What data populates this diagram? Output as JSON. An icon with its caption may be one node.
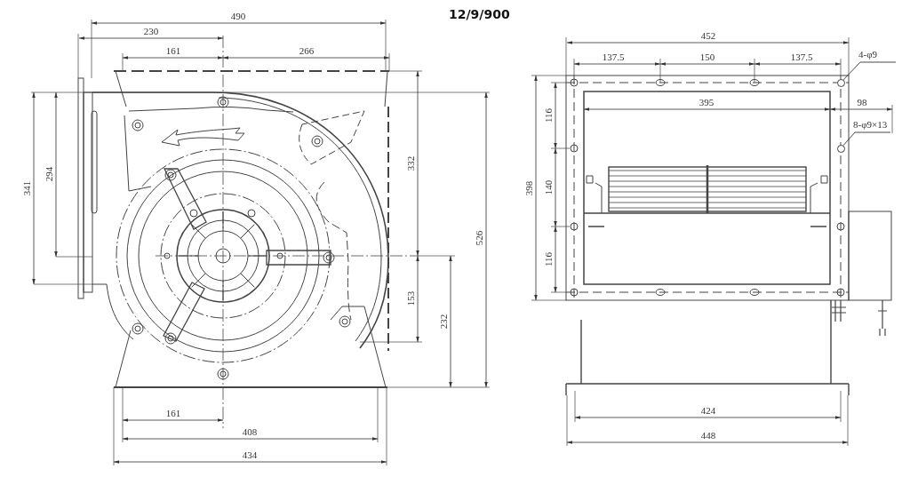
{
  "diagram": {
    "title": "12/9/900",
    "nodes": [
      {
        "text": [
          "4-φ9"
        ]
      },
      {
        "text": [],
        "shape": "circle"
      },
      {
        "text": [
          "8-φ9×13"
        ]
      },
      {
        "text": [],
        "shape": "circle"
      }
    ],
    "edges": [
      {
        "from": 0,
        "to": 1,
        "arrow": "none"
      },
      {
        "from": 2,
        "to": 3,
        "arrow": "none"
      }
    ],
    "labels": [
      "490",
      "230",
      "161",
      "266",
      "452",
      "137.5",
      "150",
      "137.5",
      "395",
      "98",
      "341",
      "294",
      "332",
      "398",
      "116",
      "140",
      "526",
      "116",
      "153",
      "232",
      "424",
      "161",
      "408",
      "448",
      "434"
    ]
  }
}
